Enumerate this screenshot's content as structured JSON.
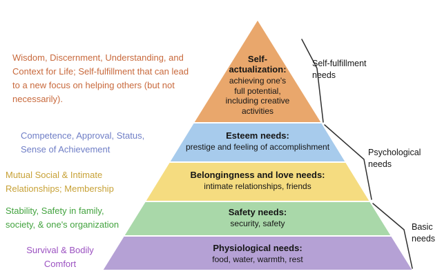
{
  "diagram": {
    "levels": [
      {
        "heading_lines": [
          "Self-",
          "actualization:"
        ],
        "description_lines": [
          "achieving one's",
          "full potential,",
          "including creative",
          "activities"
        ],
        "fill": "#E9A76C",
        "left_note_lines": [
          "Wisdom, Discernment, Understanding, and",
          "Context for Life; Self-fulfillment that can lead",
          "to a new focus on helping others (but not",
          "necessarily)."
        ],
        "left_note_color": "#C8693C"
      },
      {
        "heading_lines": [
          "Esteem needs:"
        ],
        "description_lines": [
          "prestige and feeling of accomplishment"
        ],
        "fill": "#A7CBEC",
        "left_note_lines": [
          "Competence, Approval, Status,",
          "Sense of Achievement"
        ],
        "left_note_color": "#6F7EC6"
      },
      {
        "heading_lines": [
          "Belongingness and love needs:"
        ],
        "description_lines": [
          "intimate relationships, friends"
        ],
        "fill": "#F5DC80",
        "left_note_lines": [
          "Mutual Social & Intimate",
          "Relationships; Membership"
        ],
        "left_note_color": "#C7A136"
      },
      {
        "heading_lines": [
          "Safety needs:"
        ],
        "description_lines": [
          "security, safety"
        ],
        "fill": "#A9D8A9",
        "left_note_lines": [
          "Stability, Safety in family,",
          "society, & one's organization"
        ],
        "left_note_color": "#43A33F"
      },
      {
        "heading_lines": [
          "Physiological needs:"
        ],
        "description_lines": [
          "food, water, warmth, rest"
        ],
        "fill": "#B5A1D5",
        "left_note_lines": [
          "Survival & Bodily",
          "Comfort"
        ],
        "left_note_color": "#9B51C1"
      }
    ],
    "groups": [
      {
        "label_lines": [
          "Self-fulfillment",
          "needs"
        ]
      },
      {
        "label_lines": [
          "Psychological",
          "needs"
        ]
      },
      {
        "label_lines": [
          "Basic",
          "needs"
        ]
      }
    ]
  }
}
